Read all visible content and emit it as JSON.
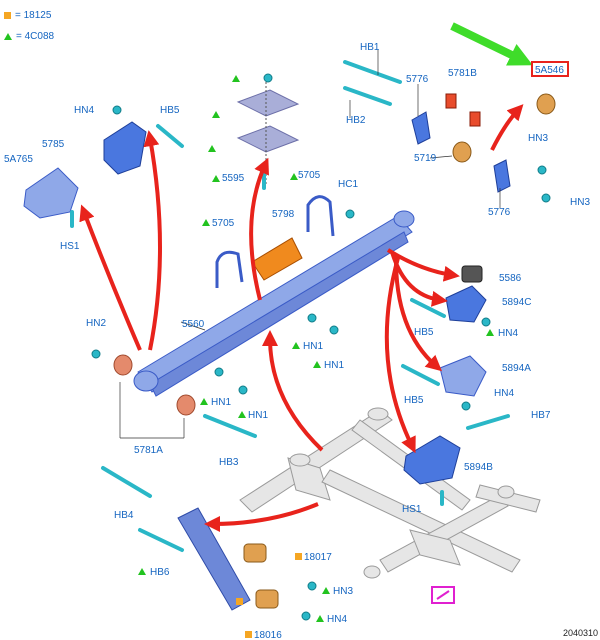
{
  "legend": {
    "square_text": "= 18125",
    "triangle_text": "= 4C088",
    "square_color": "#f5a623",
    "triangle_color": "#22c31f"
  },
  "figure_number": "2040310",
  "labels": {
    "hb1": "HB1",
    "hb2": "HB2",
    "l5776a": "5776",
    "l5781b": "5781B",
    "l5a546": "5A546",
    "hn4_top": "HN4",
    "hb5_top": "HB5",
    "l5785": "5785",
    "l5a765": "5A765",
    "hs1_left": "HS1",
    "l5595": "5595",
    "l5705_top": "5705",
    "hc1": "HC1",
    "l5705_left": "5705",
    "l5798": "5798",
    "hn3_top": "HN3",
    "l5719": "5719",
    "l5776b": "5776",
    "hn3_right": "HN3",
    "l5586": "5586",
    "l5894c": "5894C",
    "hb5_mid": "HB5",
    "hn4_mid": "HN4",
    "hn2": "HN2",
    "l5560": "5560",
    "hn1_a": "HN1",
    "hn1_b": "HN1",
    "hn1_c": "HN1",
    "hn1_d": "HN1",
    "l5894a": "5894A",
    "hb5_low": "HB5",
    "hn4_low": "HN4",
    "hb7": "HB7",
    "l5781a": "5781A",
    "hb3": "HB3",
    "l5894b": "5894B",
    "hs1_low": "HS1",
    "hb4": "HB4",
    "hb6": "HB6",
    "l18017": "18017",
    "hn3_low": "HN3",
    "hn4_bottom": "HN4",
    "l18016": "18016"
  }
}
